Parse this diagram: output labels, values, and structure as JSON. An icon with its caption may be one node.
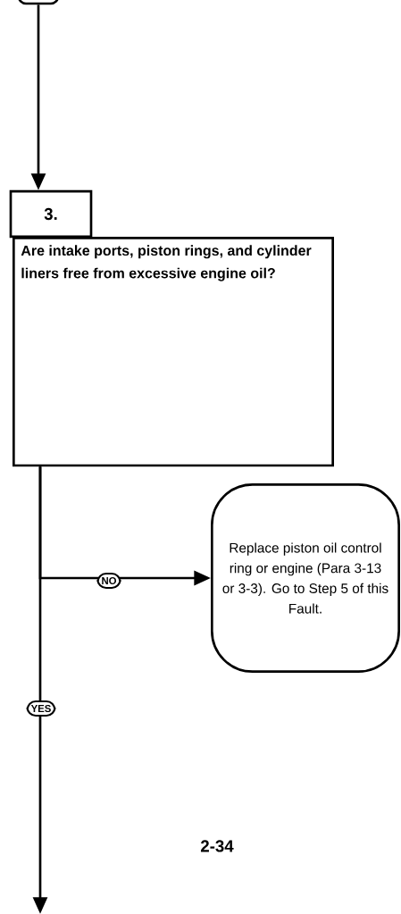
{
  "diagram": {
    "nodes": [
      {
        "text": [],
        "shape": "box"
      },
      {
        "text": [
          "3."
        ]
      },
      {
        "text": [
          "Are intake ports, piston rings, and cylinder liners free from excessive engine oil?"
        ]
      },
      {
        "text": [
          "Replace piston oil control ring or engine (Para 3-13 or 3-3). Go to Step 5 of this Fault."
        ]
      }
    ],
    "edges": [
      {
        "from": 0,
        "to": 1,
        "arrow": "to"
      },
      {
        "from": 2,
        "to": 3,
        "arrow": "to",
        "label": "NO"
      },
      {
        "from": 2,
        "to": null,
        "arrow": "to",
        "label": "YES"
      }
    ],
    "labels": [
      "2-34"
    ]
  }
}
